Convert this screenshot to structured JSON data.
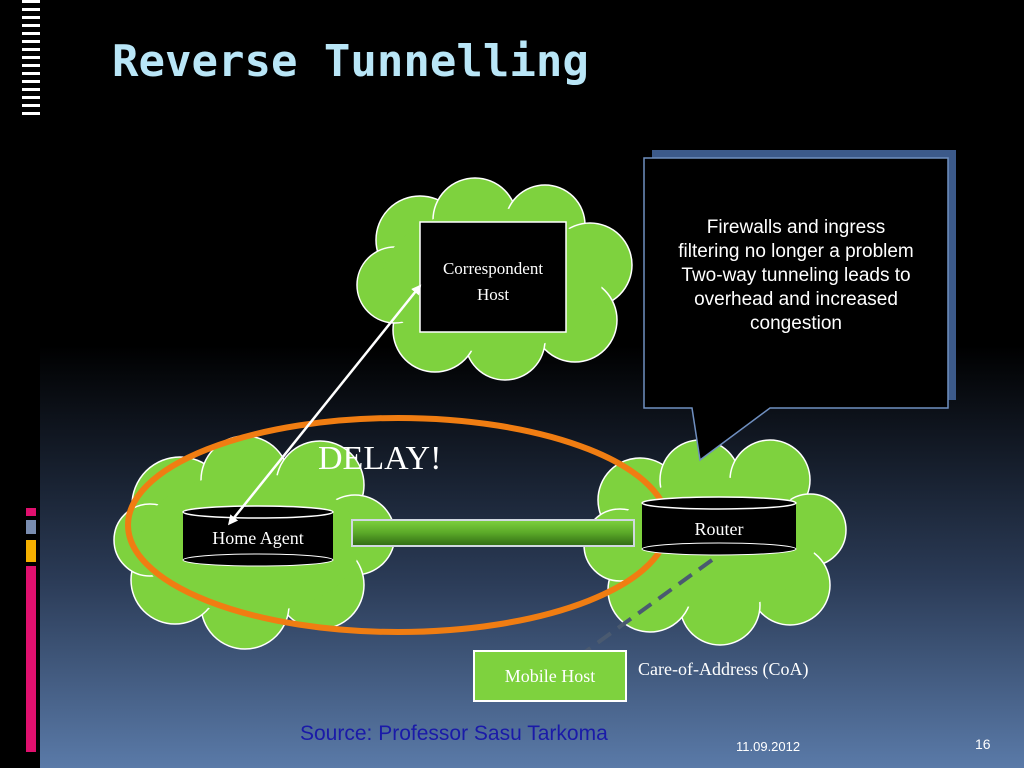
{
  "slide": {
    "title": "Reverse Tunnelling",
    "source": "Source: Professor Sasu Tarkoma",
    "date": "11.09.2012",
    "page": "16"
  },
  "diagram": {
    "correspondent_host": [
      "Correspondent",
      "Host"
    ],
    "home_agent": "Home Agent",
    "router": "Router",
    "mobile_host": "Mobile Host",
    "coa_label": "Care-of-Address (CoA)",
    "delay_label": "DELAY!",
    "callout_lines": [
      "Firewalls and ingress",
      "filtering no longer a problem",
      "Two-way tunneling leads to",
      "overhead and increased",
      "congestion"
    ]
  },
  "colors": {
    "title": "#b9e6f7",
    "cloud": "#7ed23e",
    "ellipse": "#f07d12",
    "tunnel": "#5aa828",
    "source": "#1a1aa8"
  }
}
